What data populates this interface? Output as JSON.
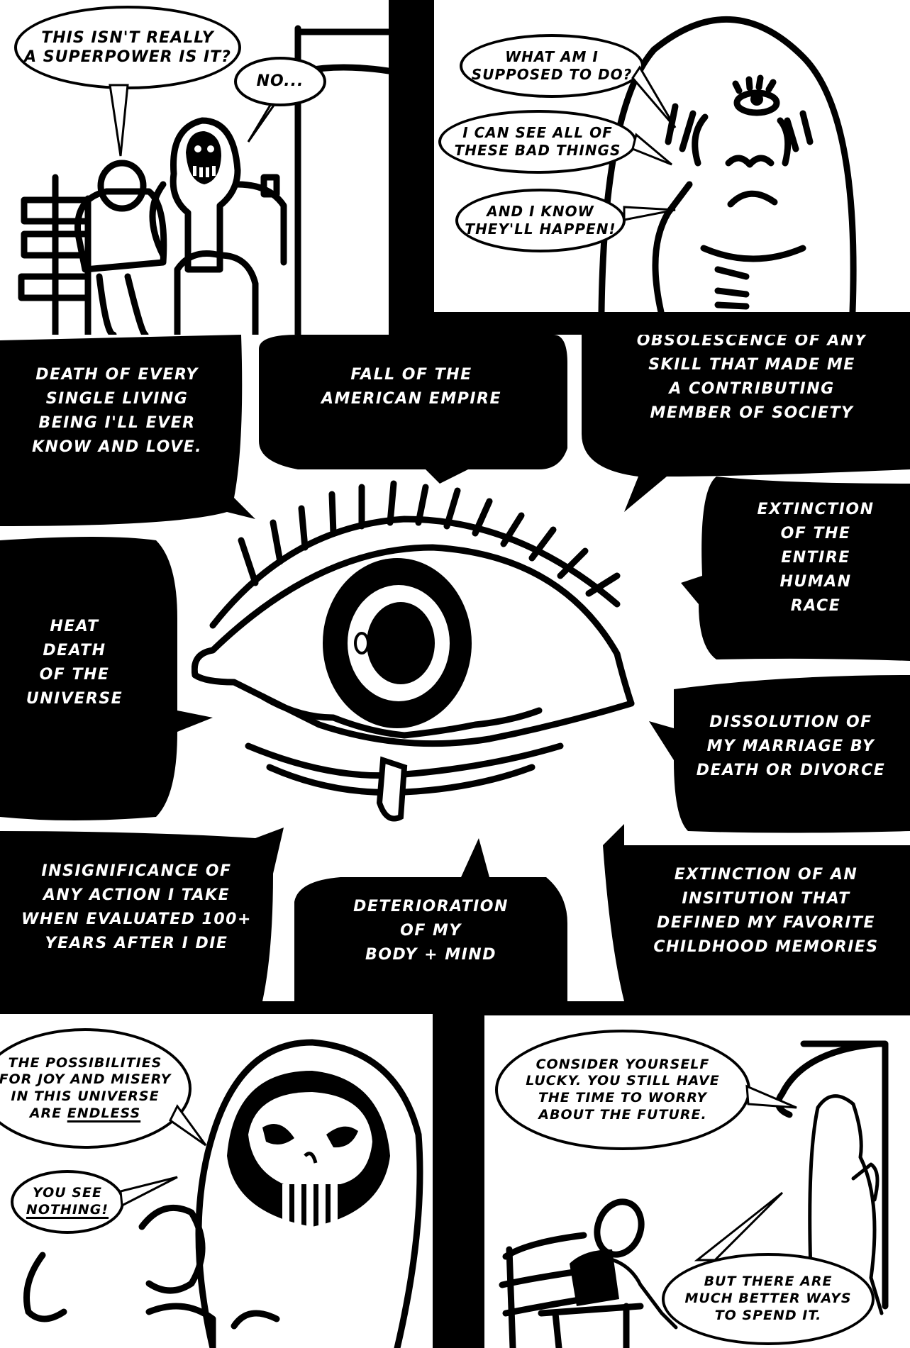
{
  "comic": {
    "colors": {
      "ink": "#000000",
      "paper": "#ffffff"
    },
    "panel1": {
      "scene": "Person and hooded grim reaper sitting on a park bench, reaper holding a scythe",
      "bubbles": [
        {
          "speaker": "person",
          "lines": [
            "This isn't really",
            "a superpower is it?"
          ]
        },
        {
          "speaker": "reaper",
          "lines": [
            "No..."
          ]
        }
      ]
    },
    "panel2": {
      "scene": "Person with a third eye on the forehead covering their face with hands",
      "bubbles": [
        {
          "lines": [
            "What am I",
            "supposed to do?"
          ]
        },
        {
          "lines": [
            "I can see all of",
            "these bad things"
          ]
        },
        {
          "lines": [
            "and I know",
            "they'll happen!"
          ]
        }
      ]
    },
    "center": {
      "scene": "Large crying eye with eyelashes surrounded by black thought balloons",
      "balloons": [
        {
          "id": "death-of-loved-ones",
          "lines": [
            "Death of every",
            "single living",
            "being I'll ever",
            "know and Love."
          ]
        },
        {
          "id": "fall-of-empire",
          "lines": [
            "Fall of the",
            "American Empire"
          ]
        },
        {
          "id": "obsolescence",
          "lines": [
            "Obsolescence of any",
            "skill that made me",
            "a contributing",
            "member of society"
          ]
        },
        {
          "id": "extinction-human-race",
          "lines": [
            "Extinction",
            "of the",
            "entire",
            "human",
            "race"
          ]
        },
        {
          "id": "heat-death",
          "lines": [
            "Heat",
            "Death",
            "of the",
            "Universe"
          ]
        },
        {
          "id": "dissolution-marriage",
          "lines": [
            "Dissolution of",
            "my marriage by",
            "death or divorce"
          ]
        },
        {
          "id": "insignificance",
          "lines": [
            "Insignificance of",
            "any action I take",
            "when evaluated 100+",
            "years after I die"
          ]
        },
        {
          "id": "deterioration",
          "lines": [
            "Deterioration",
            "of my",
            "Body + Mind"
          ]
        },
        {
          "id": "extinction-institution",
          "lines": [
            "Extinction of an",
            "insitution that",
            "defined my favorite",
            "childhood memories"
          ]
        }
      ]
    },
    "panel3": {
      "scene": "Grim reaper close-up holding the person's head",
      "bubbles": [
        {
          "lines": [
            "The possibilities",
            "for joy and misery",
            "in this universe",
            "are "
          ],
          "emphasis": "ENDLESS"
        },
        {
          "lines": [
            "You see"
          ],
          "emphasis": "NOTHING!"
        }
      ]
    },
    "panel4": {
      "scene": "Person sitting on bench, grim reaper walking away with scythe",
      "bubbles": [
        {
          "lines": [
            "Consider yourself",
            "lucky. You still have",
            "the time to worry",
            "about the future."
          ]
        },
        {
          "lines": [
            "But there are",
            "much better ways",
            "to spend it."
          ]
        }
      ]
    }
  }
}
